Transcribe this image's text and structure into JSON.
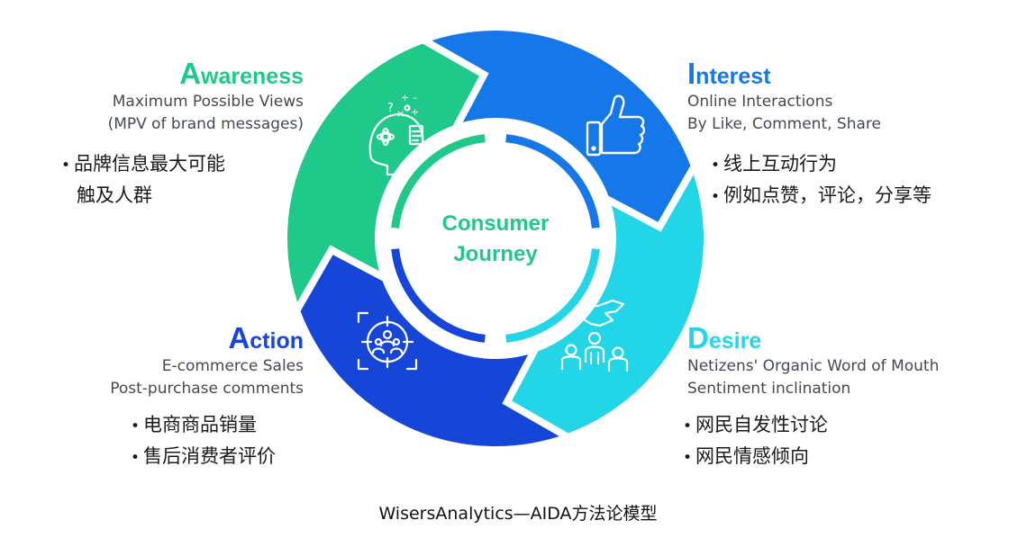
{
  "diagram": {
    "center": {
      "line1": "Consumer",
      "line2": "Journey"
    },
    "stages": {
      "awareness": {
        "initial": "A",
        "rest": "wareness",
        "subtitle_lines": [
          "Maximum Possible Views",
          "(MPV of brand messages)"
        ],
        "cn_item1_line1": "品牌信息最大可能",
        "cn_item1_line2": "触及人群",
        "color": "#1ec98a",
        "icon": "brain-ideas-icon"
      },
      "interest": {
        "initial": "I",
        "rest": "nterest",
        "subtitle_lines": [
          "Online Interactions",
          "By Like, Comment, Share"
        ],
        "cn_items": [
          "线上互动行为",
          "例如点赞，评论，分享等"
        ],
        "color": "#1677e8",
        "icon": "thumbs-up-icon"
      },
      "desire": {
        "initial": "D",
        "rest": "esire",
        "subtitle_lines": [
          "Netizens' Organic Word of Mouth",
          "Sentiment inclination"
        ],
        "cn_items": [
          "网民自发性讨论",
          "网民情感倾向"
        ],
        "color": "#22d6e8",
        "icon": "people-hand-icon"
      },
      "action": {
        "initial": "A",
        "rest": "ction",
        "subtitle_lines": [
          "E-commerce Sales",
          "Post-purchase comments"
        ],
        "cn_items": [
          "电商商品销量",
          "售后消费者评价"
        ],
        "color": "#1546d8",
        "icon": "target-audience-icon"
      }
    },
    "bullet": "•",
    "caption": "WisersAnalytics—AIDA方法论模型"
  }
}
